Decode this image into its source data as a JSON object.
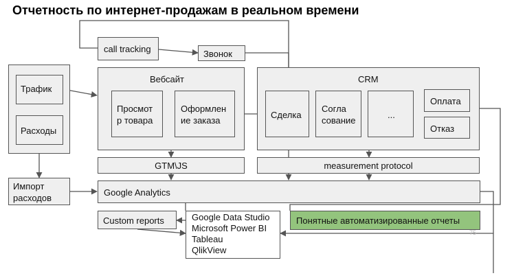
{
  "title": "Отчетность по интернет-продажам в реальном времени",
  "nodes": {
    "call_tracking": "call tracking",
    "zvonok": "Звонок",
    "sources_traffic": "Трафик",
    "sources_expenses": "Расходы",
    "website": "Вебсайт",
    "product_view": "Просмот\nр товара",
    "checkout": "Оформлен\nие заказа",
    "crm": "CRM",
    "deal": "Сделка",
    "approval": "Согла\nсование",
    "ellipsis": "...",
    "payment": "Оплата",
    "refusal": "Отказ",
    "gtm": "GTM\\JS",
    "measurement": "measurement protocol",
    "import_expenses": "Импорт\nрасходов",
    "google_analytics": "Google Analytics",
    "custom_reports": "Custom reports",
    "bi_tools": "Google Data Studio\nMicrosoft Power BI\nTableau\nQlikView",
    "auto_reports": "Понятные автоматизированные отчеты"
  },
  "page_number": "75",
  "colors": {
    "box": "#efefef",
    "border": "#555555",
    "highlight": "#93c47d",
    "arrow": "#555555"
  }
}
